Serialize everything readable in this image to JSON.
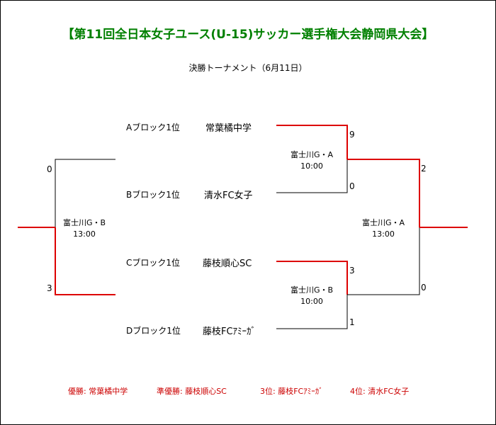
{
  "title": "【第11回全日本女子ユース(U-15)サッカー選手権大会静岡県大会】",
  "subtitle": "決勝トーナメント（6月11日）",
  "blocks": {
    "a": "Aブロック1位",
    "b": "Bブロック1位",
    "c": "Cブロック1位",
    "d": "Dブロック1位"
  },
  "teams": {
    "a": "常葉橘中学",
    "b": "清水FC女子",
    "c": "藤枝順心SC",
    "d": "藤枝FCｱﾐｰｶﾞ"
  },
  "semifinal_1": {
    "venue": "富士川G・A",
    "time": "10:00",
    "score_top": "9",
    "score_bottom": "0"
  },
  "semifinal_2": {
    "venue": "富士川G・B",
    "time": "10:00",
    "score_top": "3",
    "score_bottom": "1"
  },
  "final": {
    "venue": "富士川G・A",
    "time": "13:00",
    "score_top": "2",
    "score_bottom": "0"
  },
  "third_place": {
    "venue": "富士川G・B",
    "time": "13:00",
    "score_top": "0",
    "score_bottom": "3"
  },
  "results": {
    "first": "優勝: 常葉橘中学",
    "second": "準優勝: 藤枝順心SC",
    "third": "3位: 藤枝FCｱﾐｰｶﾞ",
    "fourth": "4位: 清水FC女子"
  },
  "colors": {
    "title": "#008000",
    "winner_line": "#dd0000",
    "loser_line": "#000000",
    "results": "#cc0000"
  }
}
